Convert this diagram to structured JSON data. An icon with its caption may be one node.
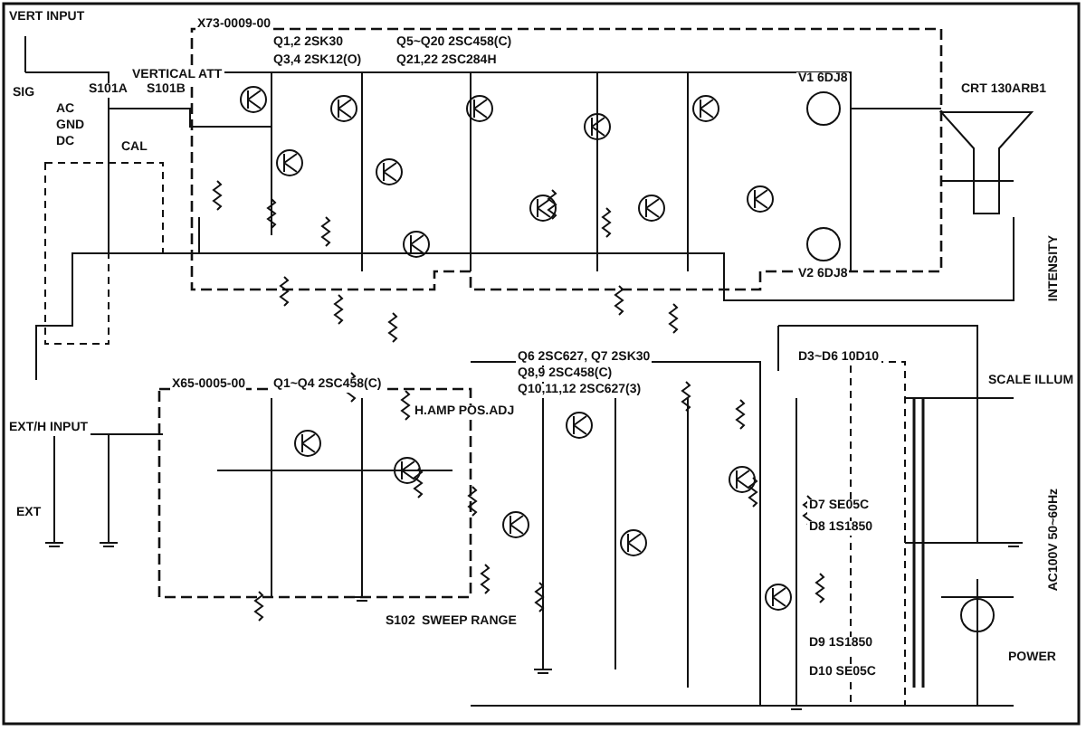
{
  "diagram": {
    "labels": [
      "VERT INPUT",
      "SIG",
      "AC",
      "GND",
      "DC",
      "VERTICAL ATT",
      "S101A",
      "S101B",
      "CAL",
      "X73-0009-00",
      "Q1,2 2SK30",
      "Q3,4 2SK12(O)",
      "Q5~Q20 2SC458(C)",
      "Q21,22 2SC284H",
      "V1 6DJ8",
      "V2 6DJ8",
      "CRT 130ARB1",
      "INTENSITY",
      "D3~D6 10D10",
      "X65-0005-00",
      "Q1~Q4 2SC458(C)",
      "EXT/H INPUT",
      "EXT",
      "Q6 2SC627, Q7 2SK30",
      "Q8,9 2SC458(C)",
      "Q10,11,12 2SC627(3)",
      "H.AMP POS.ADJ",
      "S102",
      "SWEEP RANGE",
      "SCALE ILLUM",
      "D7 SE05C",
      "D8 1S1850",
      "D9 1S1850",
      "D10 SE05C",
      "AC100V 50~60Hz",
      "POWER"
    ]
  }
}
